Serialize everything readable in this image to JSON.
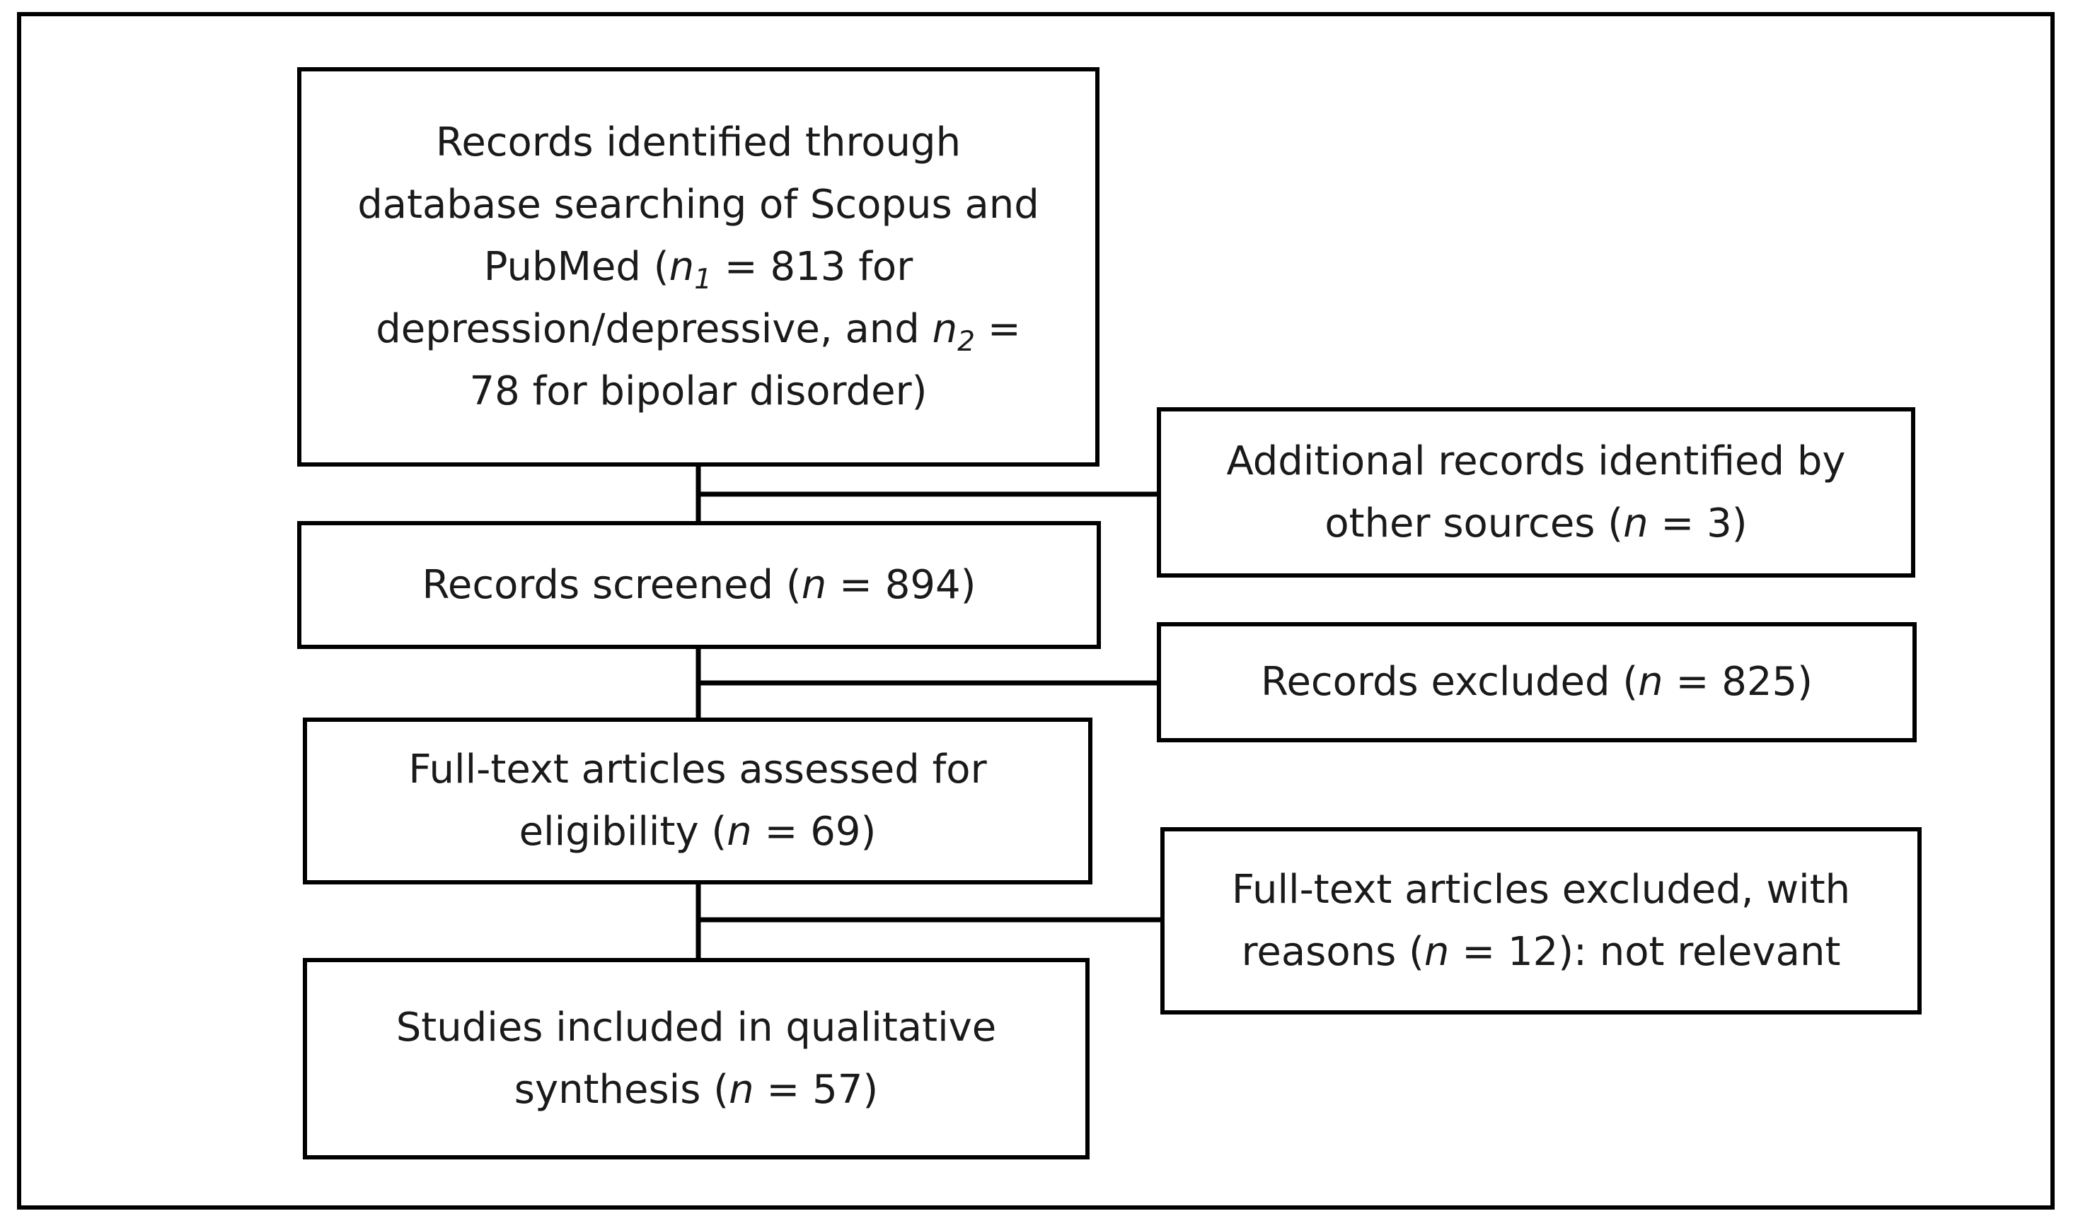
{
  "flowchart": {
    "boxes": [
      {
        "id": "identified",
        "segments": [
          {
            "t": "Records identified through"
          },
          {
            "br": true
          },
          {
            "t": "database searching of Scopus and"
          },
          {
            "br": true
          },
          {
            "t": "PubMed ("
          },
          {
            "t": "n",
            "i": true
          },
          {
            "t": "1",
            "sub": true
          },
          {
            "t": " = 813 for"
          },
          {
            "br": true
          },
          {
            "t": "depression/depressive, and "
          },
          {
            "t": "n",
            "i": true
          },
          {
            "t": "2",
            "sub": true
          },
          {
            "t": " ="
          },
          {
            "br": true
          },
          {
            "t": "78 for bipolar disorder)"
          }
        ]
      },
      {
        "id": "additional",
        "segments": [
          {
            "t": "Additional records identified by"
          },
          {
            "br": true
          },
          {
            "t": "other sources ("
          },
          {
            "t": "n",
            "i": true
          },
          {
            "t": " = 3)"
          }
        ]
      },
      {
        "id": "screened",
        "segments": [
          {
            "t": "Records screened ("
          },
          {
            "t": "n",
            "i": true
          },
          {
            "t": " = 894)"
          }
        ]
      },
      {
        "id": "excluded",
        "segments": [
          {
            "t": "Records excluded ("
          },
          {
            "t": "n",
            "i": true
          },
          {
            "t": " = 825)"
          }
        ]
      },
      {
        "id": "fulltext",
        "segments": [
          {
            "t": "Full-text articles assessed for"
          },
          {
            "br": true
          },
          {
            "t": "eligibility ("
          },
          {
            "t": "n",
            "i": true
          },
          {
            "t": " = 69)"
          }
        ]
      },
      {
        "id": "fulltext-excluded",
        "segments": [
          {
            "t": "Full-text articles excluded, with"
          },
          {
            "br": true
          },
          {
            "t": "reasons ("
          },
          {
            "t": "n",
            "i": true
          },
          {
            "t": " = 12): not relevant"
          }
        ]
      },
      {
        "id": "included",
        "segments": [
          {
            "t": "Studies included in qualitative"
          },
          {
            "br": true
          },
          {
            "t": "synthesis ("
          },
          {
            "t": "n",
            "i": true
          },
          {
            "t": " = 57)"
          }
        ]
      }
    ]
  }
}
